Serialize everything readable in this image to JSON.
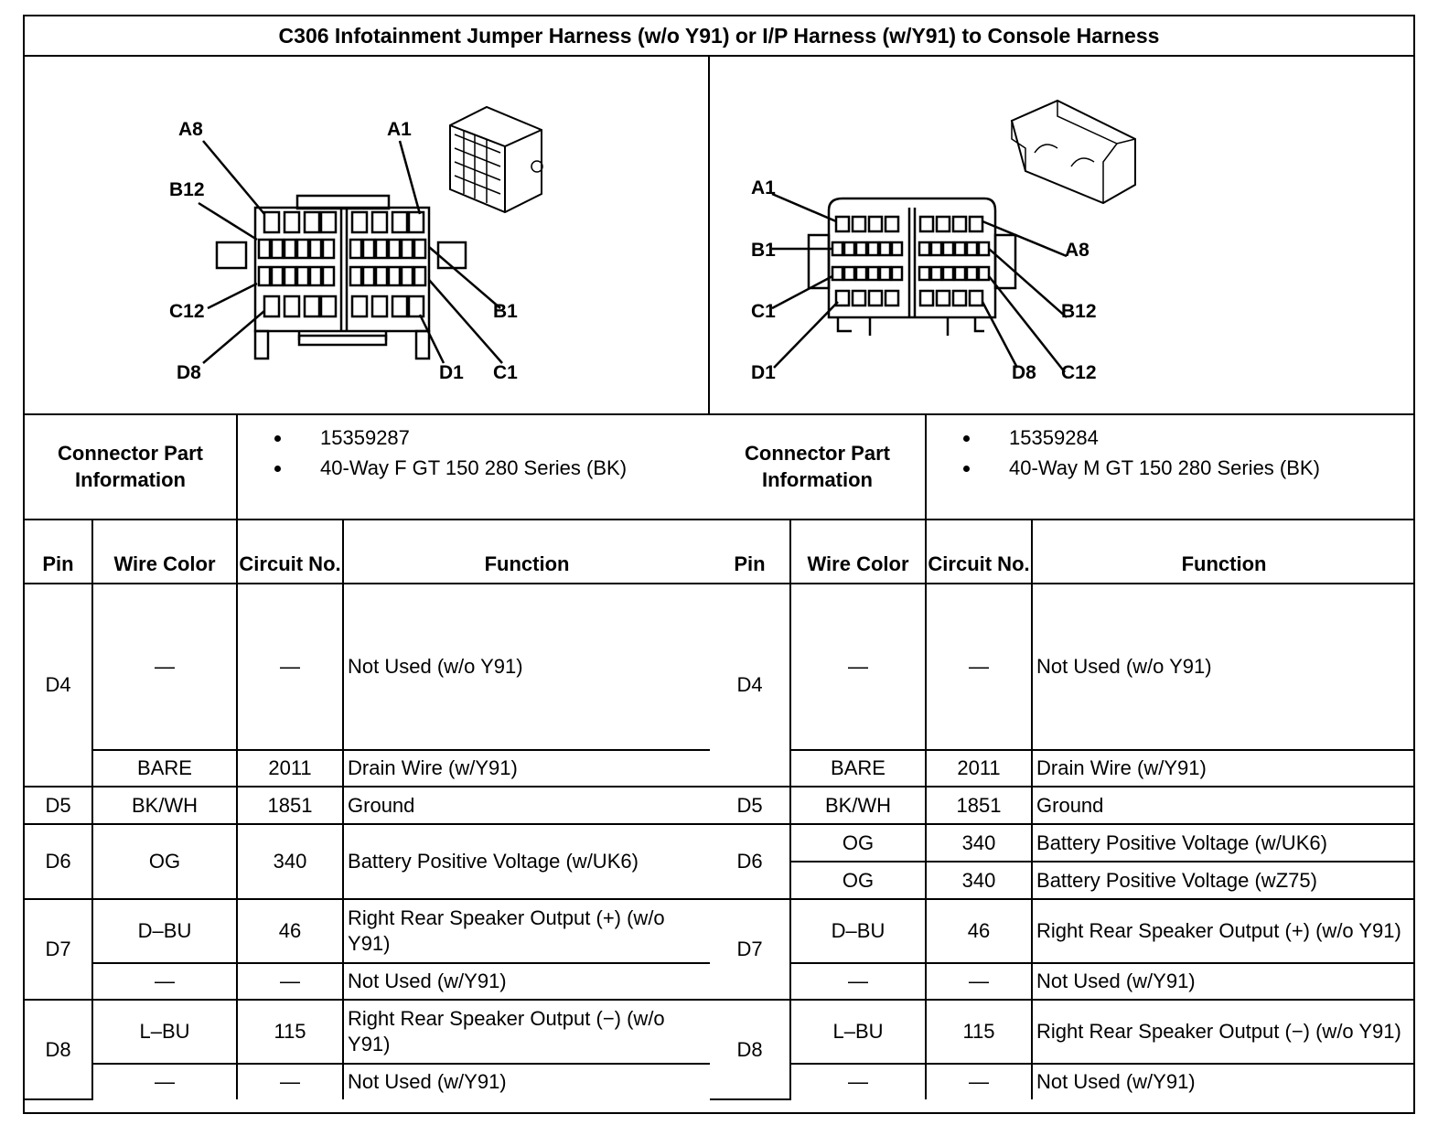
{
  "title": "C306 Infotainment Jumper Harness (w/o Y91) or I/P Harness (w/Y91) to Console Harness",
  "left_connector": {
    "callouts": {
      "A8": "A8",
      "B12": "B12",
      "C12": "C12",
      "D8": "D8",
      "A1": "A1",
      "B1": "B1",
      "C1": "C1",
      "D1": "D1"
    },
    "part_info_label": "Connector Part Information",
    "part_number": "15359287",
    "part_description": "40-Way F GT 150 280 Series (BK)",
    "headers": {
      "pin": "Pin",
      "wire_color": "Wire Color",
      "circuit": "Circuit No.",
      "function": "Function"
    },
    "rows": [
      {
        "pin": "D4",
        "wire": "—",
        "circuit": "—",
        "function": "Not Used (w/o Y91)"
      },
      {
        "wire": "BARE",
        "circuit": "2011",
        "function": "Drain Wire (w/Y91)"
      },
      {
        "pin": "D5",
        "wire": "BK/WH",
        "circuit": "1851",
        "function": "Ground"
      },
      {
        "pin": "D6",
        "wire": "OG",
        "circuit": "340",
        "function": "Battery Positive Voltage (w/UK6)"
      },
      {
        "pin": "D7",
        "wire": "D–BU",
        "circuit": "46",
        "function": "Right Rear Speaker Output (+) (w/o Y91)"
      },
      {
        "wire": "—",
        "circuit": "—",
        "function": "Not Used (w/Y91)"
      },
      {
        "pin": "D8",
        "wire": "L–BU",
        "circuit": "115",
        "function": "Right Rear Speaker Output (−) (w/o Y91)"
      },
      {
        "wire": "—",
        "circuit": "—",
        "function": "Not Used (w/Y91)"
      }
    ]
  },
  "right_connector": {
    "callouts": {
      "A1": "A1",
      "B1": "B1",
      "C1": "C1",
      "D1": "D1",
      "A8": "A8",
      "B12": "B12",
      "C12": "C12",
      "D8": "D8"
    },
    "part_info_label": "Connector Part Information",
    "part_number": "15359284",
    "part_description": "40-Way M GT 150 280 Series (BK)",
    "headers": {
      "pin": "Pin",
      "wire_color": "Wire Color",
      "circuit": "Circuit No.",
      "function": "Function"
    },
    "rows": [
      {
        "pin": "D4",
        "wire": "—",
        "circuit": "—",
        "function": "Not Used (w/o Y91)"
      },
      {
        "wire": "BARE",
        "circuit": "2011",
        "function": "Drain Wire (w/Y91)"
      },
      {
        "pin": "D5",
        "wire": "BK/WH",
        "circuit": "1851",
        "function": "Ground"
      },
      {
        "pin": "D6",
        "wire": "OG",
        "circuit": "340",
        "function": "Battery Positive Voltage (w/UK6)"
      },
      {
        "wire": "OG",
        "circuit": "340",
        "function": "Battery Positive Voltage (wZ75)"
      },
      {
        "pin": "D7",
        "wire": "D–BU",
        "circuit": "46",
        "function": "Right Rear Speaker Output (+) (w/o Y91)"
      },
      {
        "wire": "—",
        "circuit": "—",
        "function": "Not Used (w/Y91)"
      },
      {
        "pin": "D8",
        "wire": "L–BU",
        "circuit": "115",
        "function": "Right Rear Speaker Output (−) (w/o Y91)"
      },
      {
        "wire": "—",
        "circuit": "—",
        "function": "Not Used (w/Y91)"
      }
    ]
  }
}
